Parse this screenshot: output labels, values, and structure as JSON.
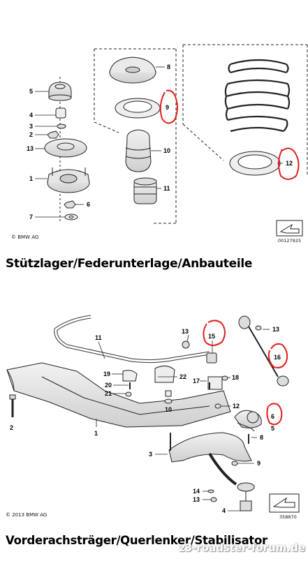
{
  "top_diagram": {
    "copyright": "© BMW AG",
    "doc_number": "00127925",
    "caption": "Stützlager/Federunterlage/Anbauteile",
    "part_numbers": [
      "5",
      "4",
      "3",
      "2",
      "13",
      "1",
      "7",
      "6",
      "8",
      "9",
      "10",
      "11",
      "12"
    ],
    "circled_parts": [
      "9",
      "12"
    ]
  },
  "bottom_diagram": {
    "copyright": "© 2013 BMW AG",
    "doc_number": "358870",
    "caption": "Vorderachsträger/Querlenker/Stabilisator",
    "part_numbers": [
      "11",
      "13",
      "15",
      "13",
      "16",
      "19",
      "22",
      "17",
      "18",
      "20",
      "21",
      "10",
      "12",
      "1",
      "2",
      "6",
      "5",
      "3",
      "8",
      "9",
      "14",
      "13",
      "4"
    ],
    "circled_parts": [
      "15",
      "16",
      "6"
    ]
  },
  "watermark": "z3-roadster-forum.de",
  "colors": {
    "annotation": "#e0201c",
    "line": "#222222",
    "dashed": "#444444"
  }
}
